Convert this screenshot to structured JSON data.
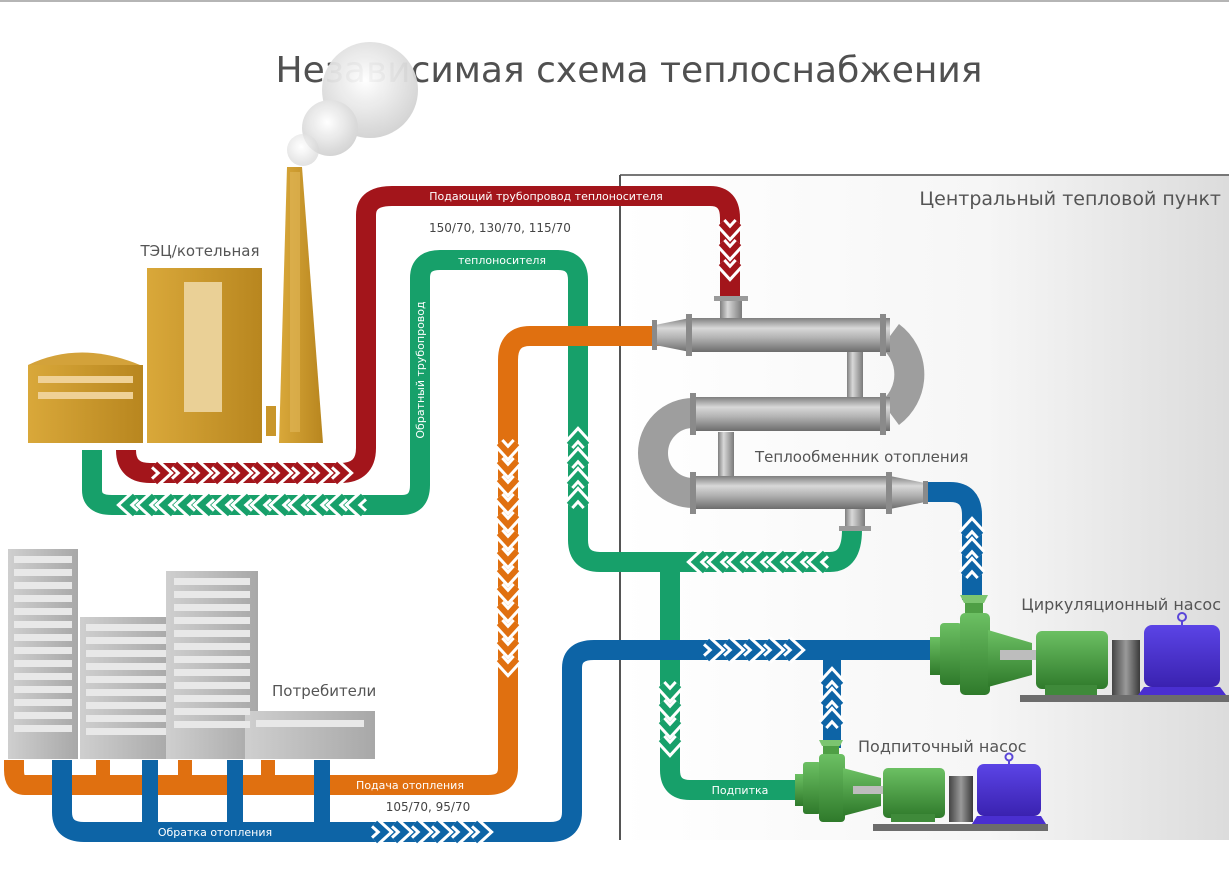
{
  "diagram": {
    "title": "Независимая схема теплоснабжения",
    "source": {
      "label": "ТЭЦ/котельная"
    },
    "consumers": {
      "label": "Потребители"
    },
    "central_heating_point": {
      "label": "Центральный тепловой пункт"
    },
    "heat_exchanger": {
      "label": "Теплообменник отопления"
    },
    "circulation_pump": {
      "label": "Циркуляционный насос"
    },
    "makeup_pump": {
      "label": "Подпиточный насос"
    },
    "pipes": {
      "supply_primary": {
        "label": "Подающий трубопровод теплоносителя",
        "temps": "150/70, 130/70, 115/70",
        "color": "#a3151b"
      },
      "return_primary": {
        "label_vertical": "Обратный трубопровод",
        "label_horizontal": "теплоносителя",
        "color": "#17a06a"
      },
      "heating_supply": {
        "label": "Подача отопления",
        "temps": "105/70, 95/70",
        "color": "#e07010"
      },
      "heating_return": {
        "label": "Обратка отопления",
        "color": "#0d64a6"
      },
      "makeup": {
        "label": "Подпитка",
        "color": "#17a06a"
      }
    },
    "colors": {
      "plant": "#c9962a",
      "building": "#bdbdbd",
      "pump_body": "#3f9a3a",
      "motor": "#4a2fd0",
      "exchanger": "#a9a9a9"
    }
  }
}
